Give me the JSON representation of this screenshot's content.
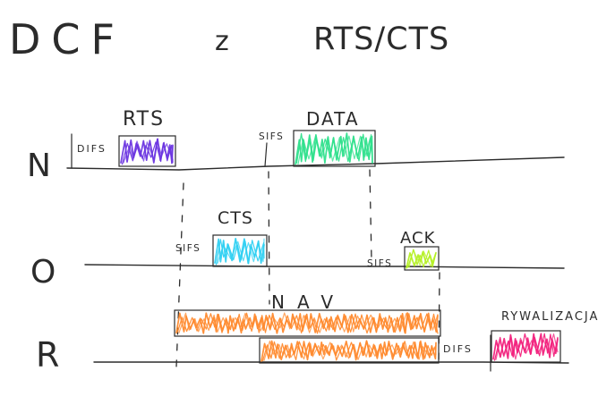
{
  "title": {
    "protocol": "DCF",
    "connector": "z",
    "mechanism": "RTS/CTS"
  },
  "stations": {
    "sender": "N",
    "receiver": "O",
    "other": "R"
  },
  "frames": {
    "rts": "RTS",
    "data": "DATA",
    "cts": "CTS",
    "ack": "ACK",
    "nav": "NAV",
    "contention": "RYWALIZACJA"
  },
  "intervals": {
    "difs_sender": "DIFS",
    "sifs_sender": "SIFS",
    "sifs_receiver_cts": "SIFS",
    "sifs_receiver_ack": "SIFS",
    "difs_other": "DIFS"
  },
  "colors": {
    "rts": "#6a34e0",
    "data": "#2fe08c",
    "cts": "#2fd0f2",
    "ack": "#b4f024",
    "nav": "#ff8a2e",
    "contention": "#f2207c"
  }
}
